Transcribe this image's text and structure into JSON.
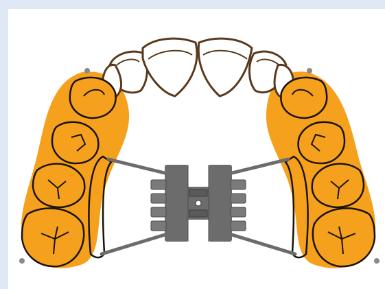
{
  "figure": {
    "subject": "palatal-expander-appliance",
    "colors": {
      "background": "#dfe8f5",
      "canvas": "#ffffff",
      "gum": "#f5a11e",
      "tooth_fill": "#f5a11e",
      "tooth_outline": "#1a1206",
      "anterior_outline": "#5a3a1c",
      "metal": "#6c6c6c",
      "metal_dark": "#4a4a4a",
      "anchor_dot": "#8a8a8a"
    },
    "parts": {
      "anterior_teeth": 6,
      "posterior_teeth_per_side": 4,
      "expansion_screw": 1,
      "support_arms": 4
    }
  }
}
